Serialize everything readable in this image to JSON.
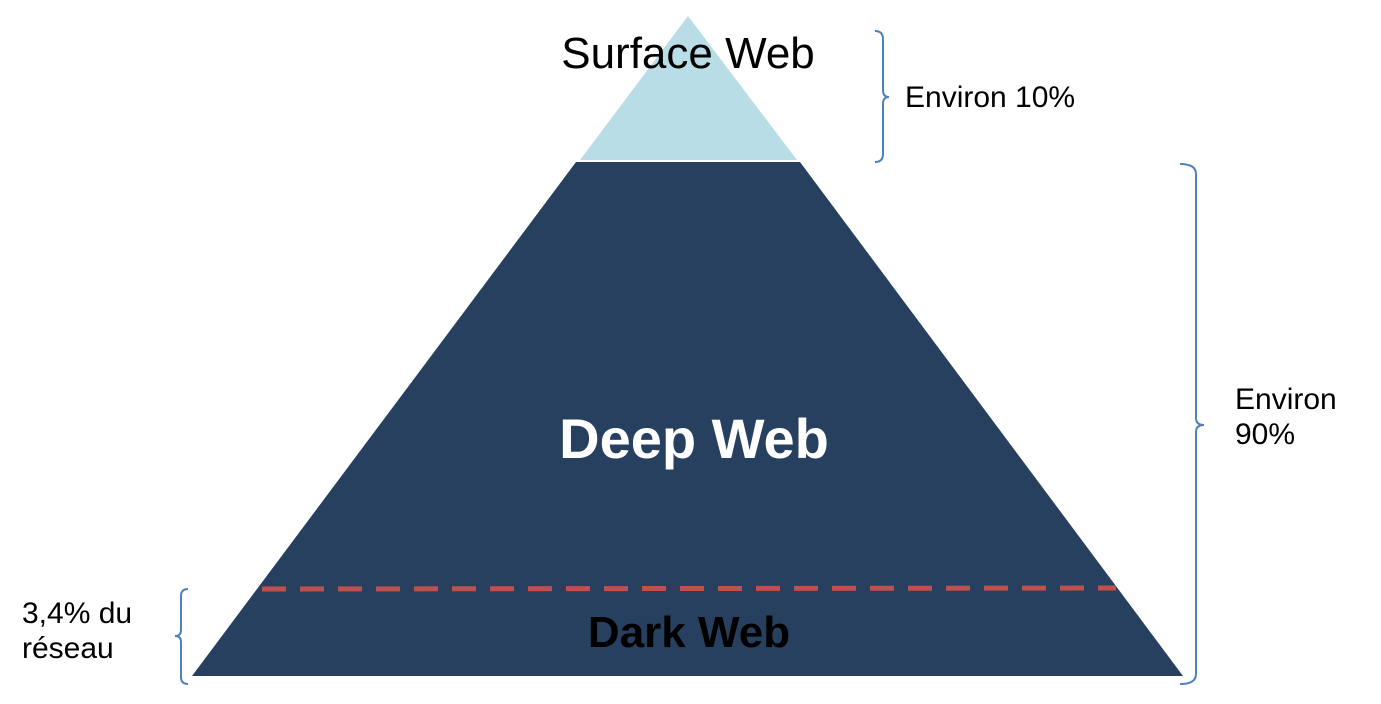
{
  "layers": {
    "surface": {
      "label": "Surface Web",
      "share": "Environ 10%",
      "color": "#b8dde6"
    },
    "deep": {
      "label": "Deep Web",
      "share": "Environ 90%",
      "color": "#28405f"
    },
    "dark": {
      "label": "Dark Web",
      "share": "3,4% du réseau",
      "color": "#28405f"
    }
  },
  "divider_color": "#c0504d",
  "bracket_color": "#4f81bd"
}
